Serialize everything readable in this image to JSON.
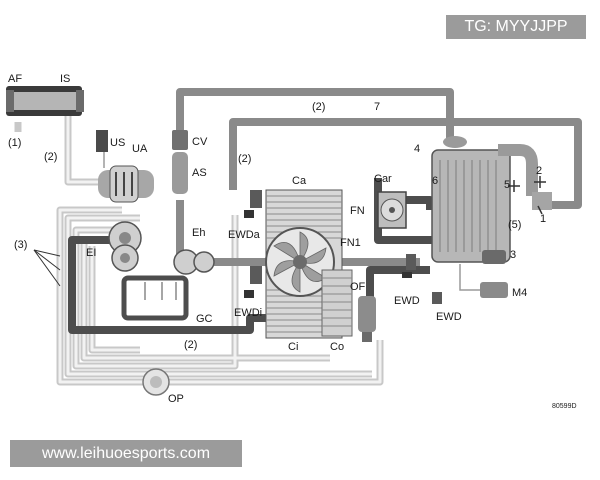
{
  "header": {
    "tag": "TG: MYYJJPP"
  },
  "footer": {
    "url": "www.leihuoesports.com"
  },
  "diagram": {
    "figure_code": "80599D",
    "labels": {
      "af": "AF",
      "is": "IS",
      "us": "US",
      "ua": "UA",
      "cv": "CV",
      "as": "AS",
      "eh": "Eh",
      "ei": "EI",
      "gc": "GC",
      "ca": "Ca",
      "car": "Car",
      "fn": "FN",
      "fn1": "FN1",
      "ewda": "EWDa",
      "ewdi": "EWDi",
      "ewd1": "EWD",
      "ewd2": "EWD",
      "of": "OF",
      "ci": "Ci",
      "co": "Co",
      "op": "OP",
      "m4": "M4"
    },
    "numbers": {
      "n1": "1",
      "n2": "2",
      "n3": "3",
      "n4": "4",
      "n5": "5",
      "n6": "6",
      "n7": "7"
    },
    "callouts": {
      "c1": "(1)",
      "c2_left": "(2)",
      "c2_top": "(2)",
      "c2_mid": "(2)",
      "c2_bottom": "(2)",
      "c3": "(3)",
      "c5": "(5)"
    }
  },
  "colors": {
    "pipe_light": "#c8c8c8",
    "pipe_mid": "#8a8a8a",
    "pipe_dark": "#4d4d4d",
    "banner": "#9b9b9b"
  }
}
